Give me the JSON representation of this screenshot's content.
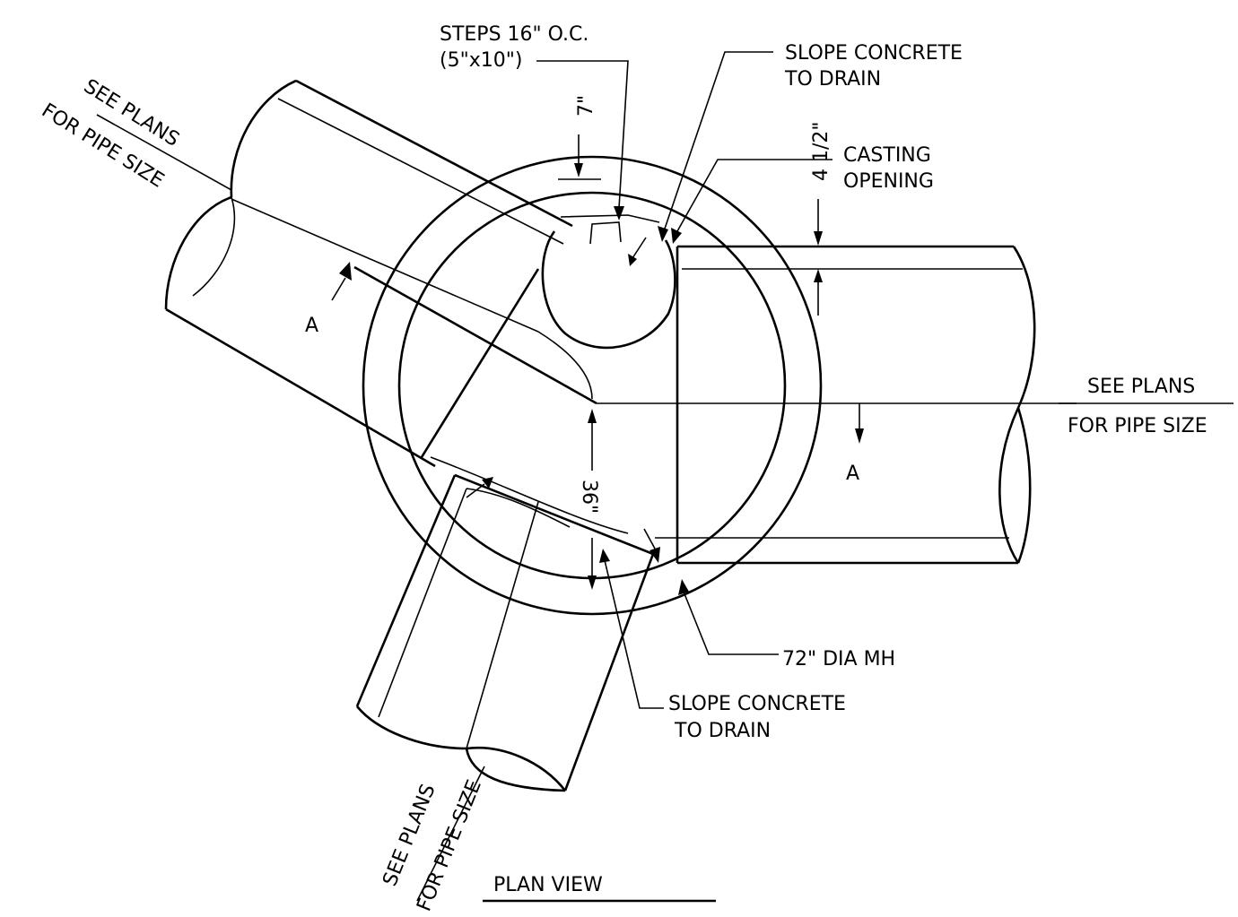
{
  "drawing": {
    "title": "PLAN VIEW",
    "labels": {
      "steps_line1": "STEPS 16\" O.C.",
      "steps_line2": "(5\"x10\")",
      "slope_top_1": "SLOPE CONCRETE",
      "slope_top_2": "TO DRAIN",
      "casting_1": "CASTING",
      "casting_2": "OPENING",
      "dim_7": "7\"",
      "dim_4_5": "4 1/2\"",
      "dim_36": "36\"",
      "see_plans_left_1": "SEE PLANS",
      "see_plans_left_2": "FOR PIPE SIZE",
      "see_plans_right_1": "SEE PLANS",
      "see_plans_right_2": "FOR PIPE SIZE",
      "see_plans_bottom_1": "SEE PLANS",
      "see_plans_bottom_2": "FOR PIPE SIZE",
      "section_a_left": "A",
      "section_a_right": "A",
      "mh_dia": "72\" DIA MH",
      "slope_bottom_1": "SLOPE CONCRETE",
      "slope_bottom_2": "TO DRAIN"
    }
  }
}
